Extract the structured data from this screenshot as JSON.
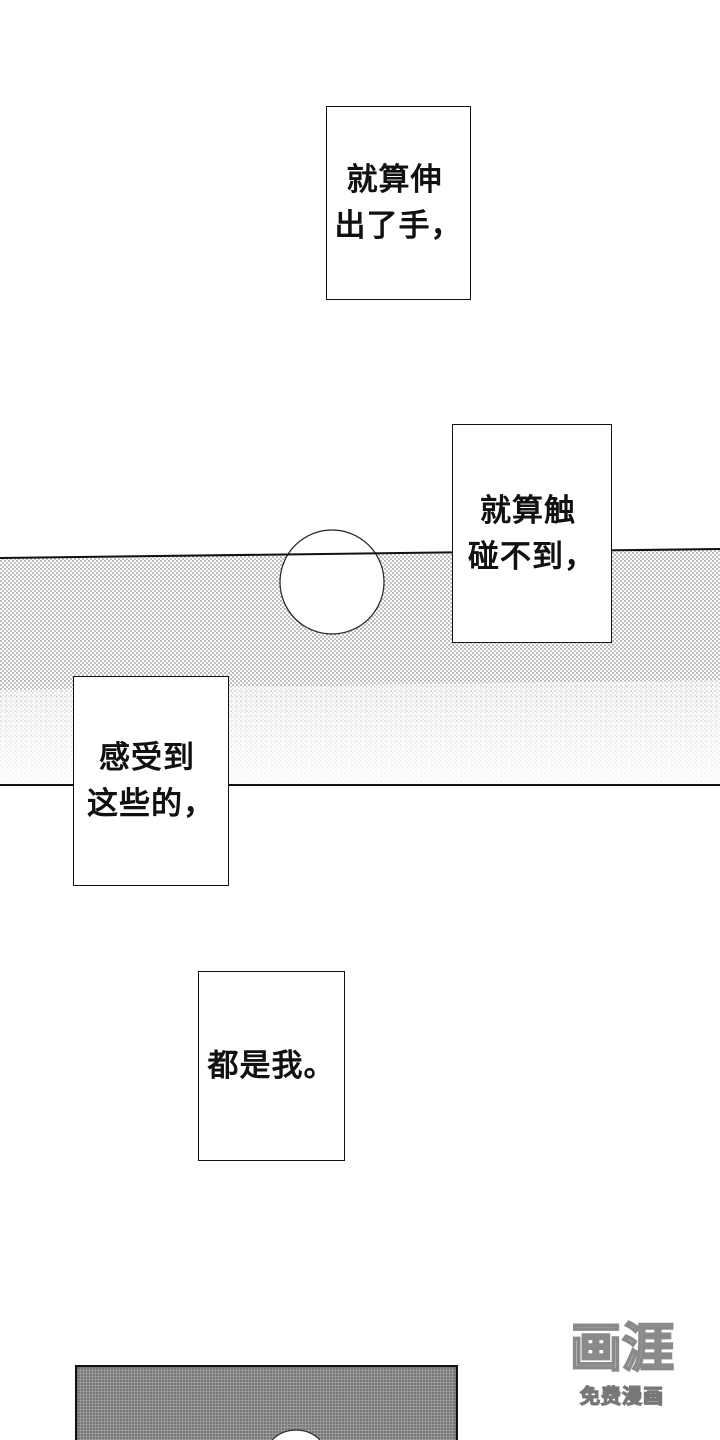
{
  "captions": [
    {
      "lines": [
        "就算伸",
        "出了手，"
      ]
    },
    {
      "lines": [
        "就算触",
        "碰不到，"
      ]
    },
    {
      "lines": [
        "感受到",
        "这些的，"
      ]
    },
    {
      "lines": [
        "都是我。"
      ]
    }
  ],
  "watermark": {
    "logo_text": "画涯",
    "subtitle": "免费漫画"
  },
  "colors": {
    "ink": "#111111",
    "paper": "#ffffff",
    "screentone": "#b9b9b9"
  }
}
